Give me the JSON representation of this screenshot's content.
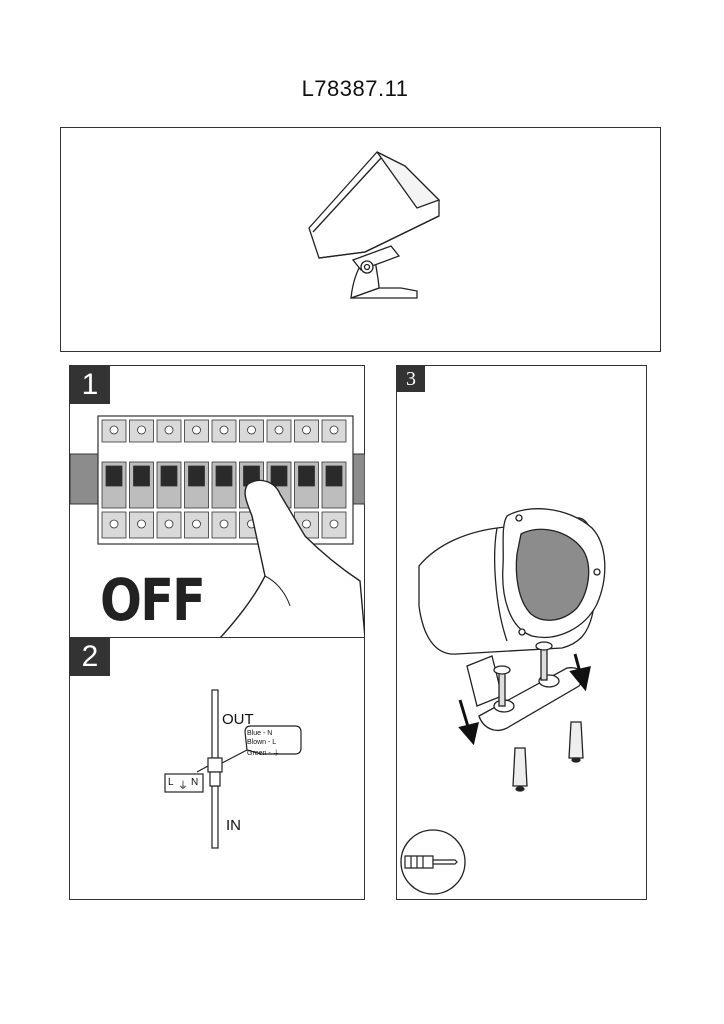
{
  "document": {
    "model_number": "L78387.11"
  },
  "steps": [
    {
      "number": "1",
      "caption": "OFF"
    },
    {
      "number": "2",
      "wiring": {
        "out_label": "OUT",
        "in_label": "IN",
        "legend": [
          "Blue - N",
          "Blown - L",
          "Green - ⏚"
        ],
        "terminal_labels": [
          "L",
          "⏚",
          "N"
        ]
      }
    },
    {
      "number": "3"
    }
  ]
}
